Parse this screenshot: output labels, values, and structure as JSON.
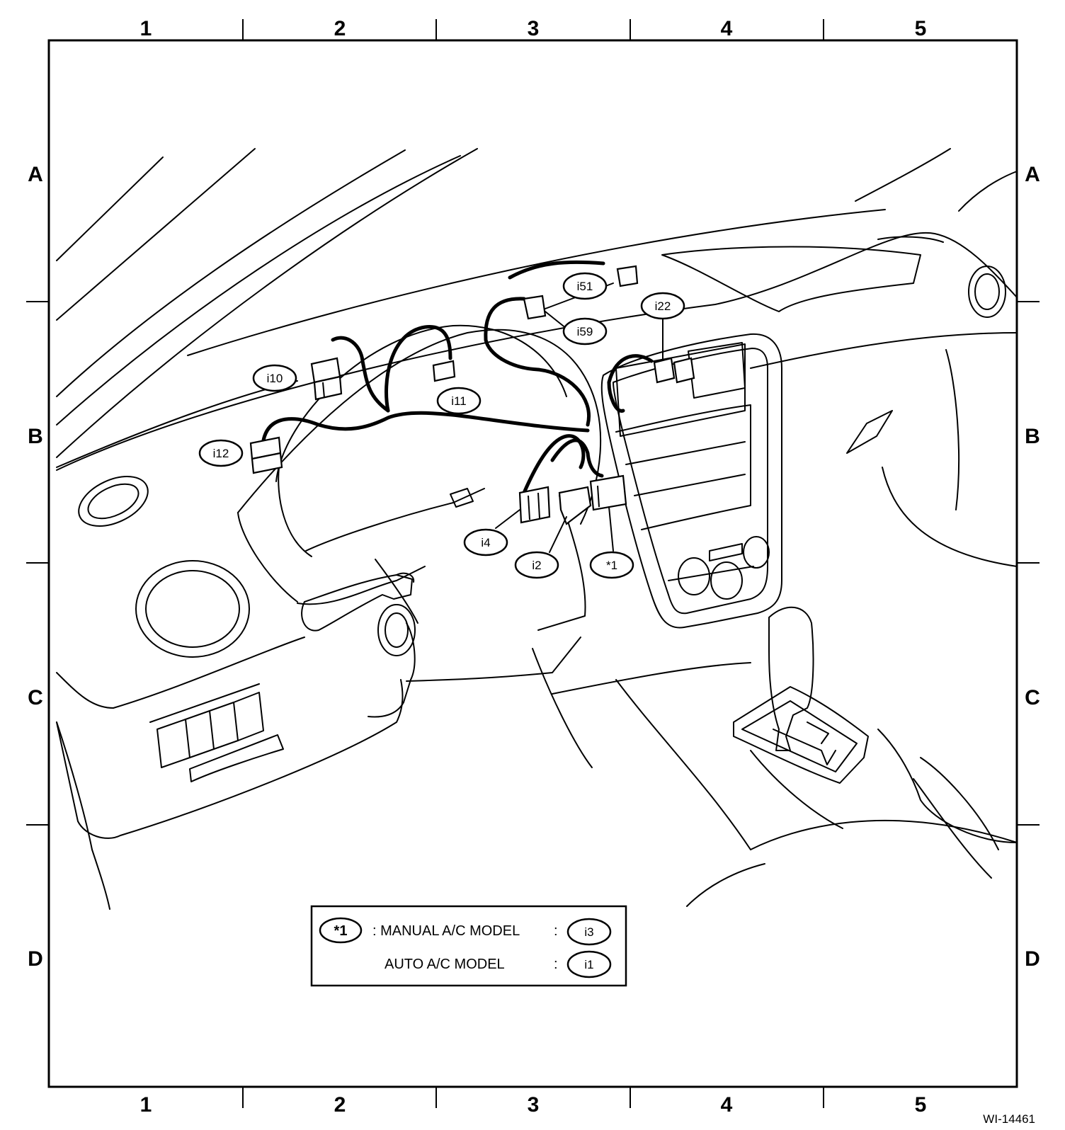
{
  "grid": {
    "columns": [
      "1",
      "2",
      "3",
      "4",
      "5"
    ],
    "rows": [
      "A",
      "B",
      "C",
      "D"
    ]
  },
  "callouts": {
    "i10": "i10",
    "i11": "i11",
    "i12": "i12",
    "i4": "i4",
    "i2": "i2",
    "star1": "*1",
    "i51": "i51",
    "i59": "i59",
    "i22": "i22"
  },
  "legend": {
    "symbol": "*1",
    "rows": [
      {
        "label": ": MANUAL A/C MODEL",
        "separator": ":",
        "connector": "i3"
      },
      {
        "label": "AUTO A/C MODEL",
        "separator": ":",
        "connector": "i1"
      }
    ]
  },
  "reference_code": "WI-14461"
}
